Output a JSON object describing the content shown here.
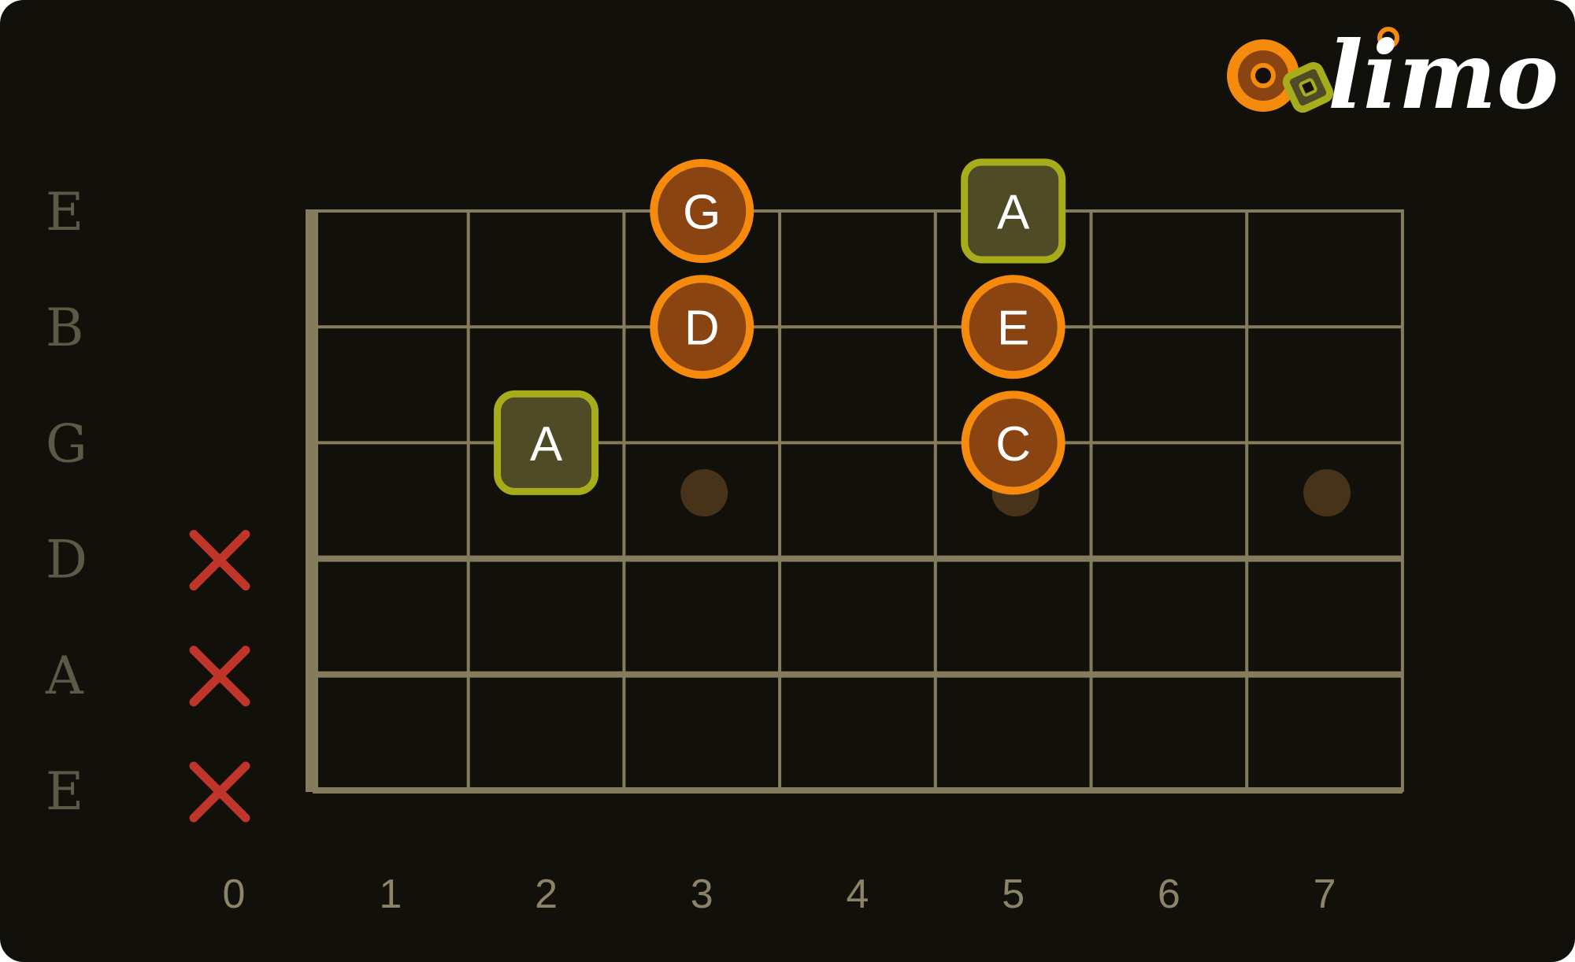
{
  "logo": {
    "text": "limo"
  },
  "colors": {
    "background": "#11100b",
    "grid": "#857c5d",
    "string_label": "#5a5a47",
    "fret_number": "#8d8468",
    "muted_x": "#c0352a",
    "note_fill": "#8a4411",
    "note_border": "#f58a0d",
    "root_fill": "#4f4b27",
    "root_border": "#a6ac1a",
    "inlay": "#47331a"
  },
  "strings": [
    "E",
    "B",
    "G",
    "D",
    "A",
    "E"
  ],
  "frets": [
    "0",
    "1",
    "2",
    "3",
    "4",
    "5",
    "6",
    "7"
  ],
  "muted_strings": [
    3,
    4,
    5
  ],
  "inlay_frets": [
    3,
    5,
    7
  ],
  "notes": [
    {
      "label": "G",
      "string": 0,
      "fret": 3,
      "shape": "circle"
    },
    {
      "label": "A",
      "string": 0,
      "fret": 5,
      "shape": "square"
    },
    {
      "label": "D",
      "string": 1,
      "fret": 3,
      "shape": "circle"
    },
    {
      "label": "E",
      "string": 1,
      "fret": 5,
      "shape": "circle"
    },
    {
      "label": "A",
      "string": 2,
      "fret": 2,
      "shape": "square"
    },
    {
      "label": "C",
      "string": 2,
      "fret": 5,
      "shape": "circle"
    }
  ]
}
